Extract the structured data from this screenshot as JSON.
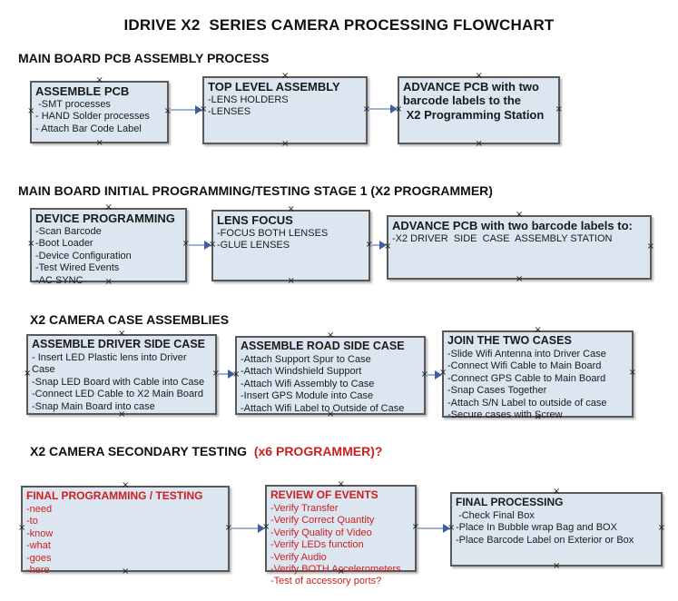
{
  "page_title": "IDRIVE X2  SERIES CAMERA PROCESSING FLOWCHART",
  "colors": {
    "box_fill": "#dce6f1",
    "box_border": "#595959",
    "arrow_line": "#9eb3d1",
    "arrow_head": "#3f5e9e",
    "red_text": "#cc2020",
    "black_text": "#1a1a1a"
  },
  "sections": [
    {
      "header": "MAIN BOARD PCB ASSEMBLY PROCESS",
      "boxes": [
        {
          "title": "ASSEMBLE PCB",
          "items": [
            " -SMT processes",
            "- HAND Solder processes",
            "- Attach Bar Code Label"
          ]
        },
        {
          "title": "TOP LEVEL ASSEMBLY",
          "items": [
            "-LENS HOLDERS",
            "-LENSES"
          ]
        },
        {
          "title": "ADVANCE PCB with two barcode labels to the",
          "items": [
            " X2 Programming Station"
          ]
        }
      ]
    },
    {
      "header": "MAIN BOARD INITIAL PROGRAMMING/TESTING STAGE 1 (X2 PROGRAMMER)",
      "boxes": [
        {
          "title": "DEVICE PROGRAMMING",
          "items": [
            "-Scan Barcode",
            "-Boot Loader",
            "-Device Configuration",
            "-Test Wired Events",
            "-AC SYNC"
          ]
        },
        {
          "title": "LENS FOCUS",
          "items": [
            "-FOCUS BOTH LENSES",
            "-GLUE LENSES"
          ]
        },
        {
          "title": "ADVANCE PCB with two barcode labels to:",
          "items": [
            "-X2 DRIVER  SIDE  CASE  ASSEMBLY STATION"
          ]
        }
      ]
    },
    {
      "header": "X2 CAMERA CASE ASSEMBLIES",
      "boxes": [
        {
          "title": "ASSEMBLE DRIVER SIDE CASE",
          "items": [
            "- Insert LED Plastic lens into Driver Case",
            "-Snap LED Board with Cable into Case",
            "-Connect LED Cable to X2 Main Board",
            "-Snap Main Board into case"
          ]
        },
        {
          "title": "ASSEMBLE ROAD SIDE CASE",
          "items": [
            "-Attach Support Spur to Case",
            "-Attach Windshield Support",
            "-Attach Wifi Assembly to Case",
            "-Insert GPS Module into Case",
            "-Attach Wifi Label to Outside of Case"
          ]
        },
        {
          "title": "JOIN THE TWO CASES",
          "items": [
            "-Slide Wifi Antenna into Driver Case",
            "-Connect Wifi Cable to Main Board",
            "-Connect GPS Cable to Main Board",
            "-Snap Cases Together",
            "-Attach S/N Label to outside of case",
            "-Secure cases with Screw"
          ]
        }
      ]
    },
    {
      "header": "X2 CAMERA SECONDARY TESTING  ",
      "header_red": "(x6 PROGRAMMER)?",
      "boxes": [
        {
          "title": "FINAL PROGRAMMING / TESTING",
          "items": [
            "-need",
            "-to",
            "-know",
            "-what",
            "-goes",
            "-here"
          ]
        },
        {
          "title": "REVIEW OF EVENTS",
          "items": [
            "-Verify Transfer",
            "-Verify Correct Quantity",
            "-Verify Quality of Video",
            "-Verify LEDs function",
            "-Verify Audio",
            "-Verify BOTH Accelerometers",
            "-Test of accessory ports?"
          ]
        },
        {
          "title": "FINAL PROCESSING",
          "items": [
            " -Check Final Box",
            "-Place In Bubble wrap Bag and BOX",
            "-Place Barcode Label on Exterior or Box"
          ]
        }
      ]
    }
  ]
}
